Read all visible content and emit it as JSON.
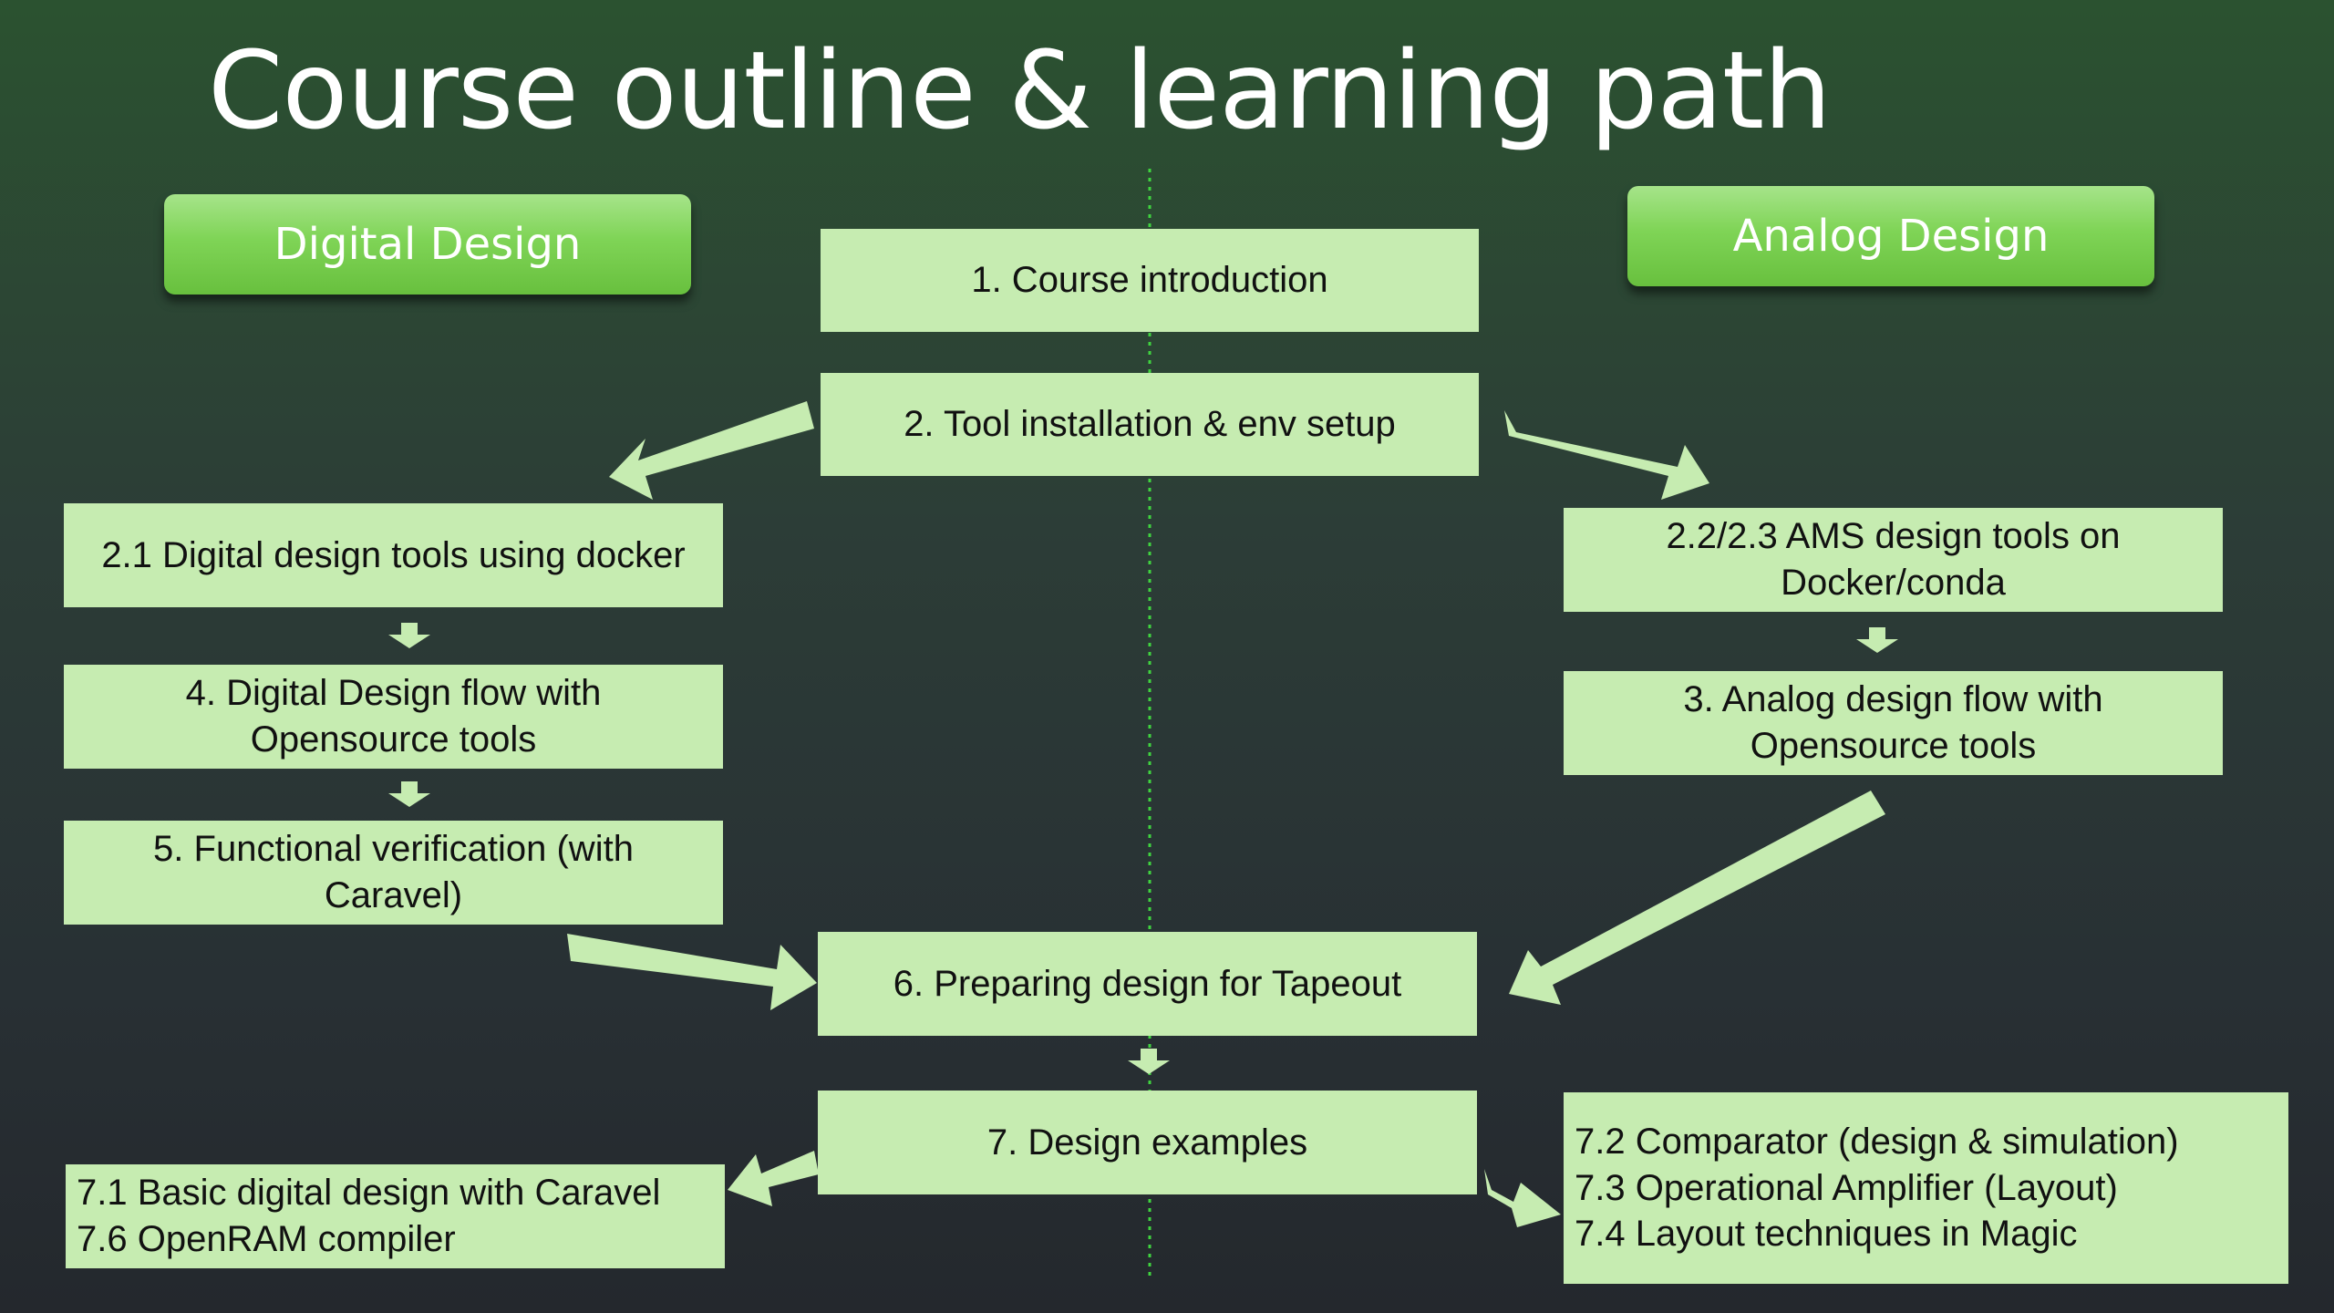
{
  "title": "Course outline & learning path",
  "headers": {
    "digital": "Digital Design",
    "analog": "Analog Design"
  },
  "steps": {
    "s1": "1. Course introduction",
    "s2": "2. Tool installation & env setup",
    "s21": "2.1 Digital design tools using docker",
    "s22": "2.2/2.3 AMS design tools on\nDocker/conda",
    "s4": "4. Digital Design flow with\nOpensource tools",
    "s3": "3. Analog design flow with\nOpensource tools",
    "s5": "5. Functional verification (with\nCaravel)",
    "s6": "6. Preparing design for Tapeout",
    "s7": "7. Design examples",
    "s71": "7.1 Basic digital design with Caravel\n7.6 OpenRAM compiler",
    "s72": "7.2 Comparator (design & simulation)\n7.3 Operational Amplifier (Layout)\n7.4 Layout techniques in Magic"
  },
  "colors": {
    "box_fill": "#c6ecb1",
    "arrow_fill": "#c6ecb1",
    "pill_green": "#7fd456",
    "center_line": "#3fd43f"
  }
}
